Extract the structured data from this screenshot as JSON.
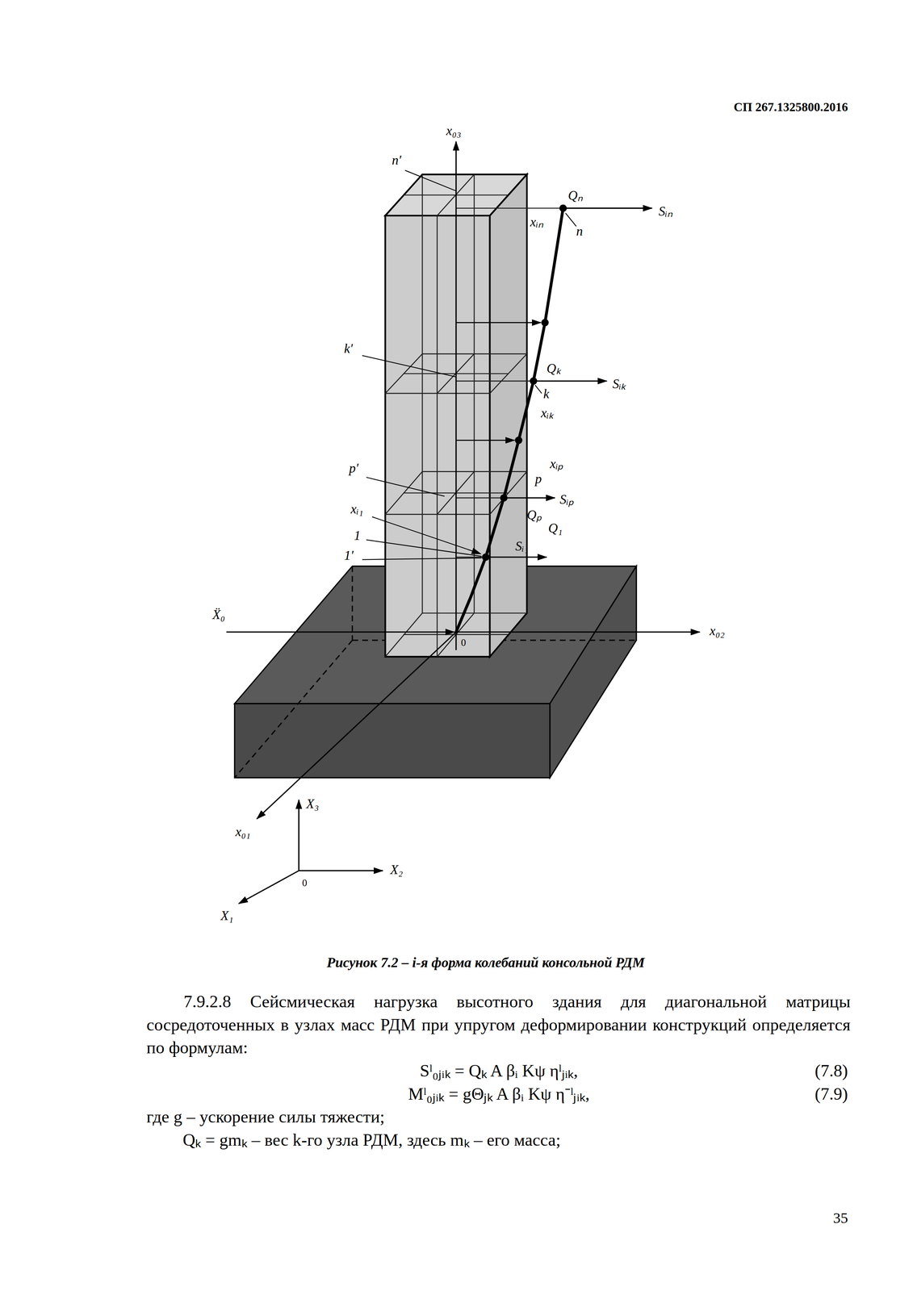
{
  "diagram": {
    "caption": "Рисунок 7.2 – i-я форма колебаний консольной РДМ",
    "labels": [
      "СП 267.1325800.2016",
      "x₀₃",
      "n′",
      "Qₙ",
      "Sᵢₙ",
      "xᵢₙ",
      "n",
      "k′",
      "Qₖ",
      "Sᵢₖ",
      "k",
      "xᵢₖ",
      "p′",
      "xᵢₚ",
      "p",
      "Sᵢₚ",
      "Qₚ",
      "xᵢ₁",
      "Q₁",
      "1",
      "Sᵢ₁",
      "1′",
      "Ẍ₀",
      "0",
      "x₀₂",
      "x₀₁",
      "X₃",
      "X₂",
      "0",
      "X₁",
      "7.9.2.8 Сейсмическая нагрузка высотного здания для диагональной матрицы сосредоточенных в узлах масс РДМ при упругом деформировании конструкций определяется по формулам:",
      "Sˡ₀ⱼᵢₖ = Qₖ A βᵢ Kψ ηˡⱼᵢₖ,",
      "(7.8)",
      "Mˡ₀ⱼᵢₖ = gΘⱼₖ A βᵢ Kψ η⁻ˡⱼᵢₖ,",
      "(7.9)",
      "где g – ускорение силы тяжести;",
      "Qₖ = gmₖ – вес k-го узла РДМ, здесь mₖ – его масса;",
      "35"
    ]
  }
}
